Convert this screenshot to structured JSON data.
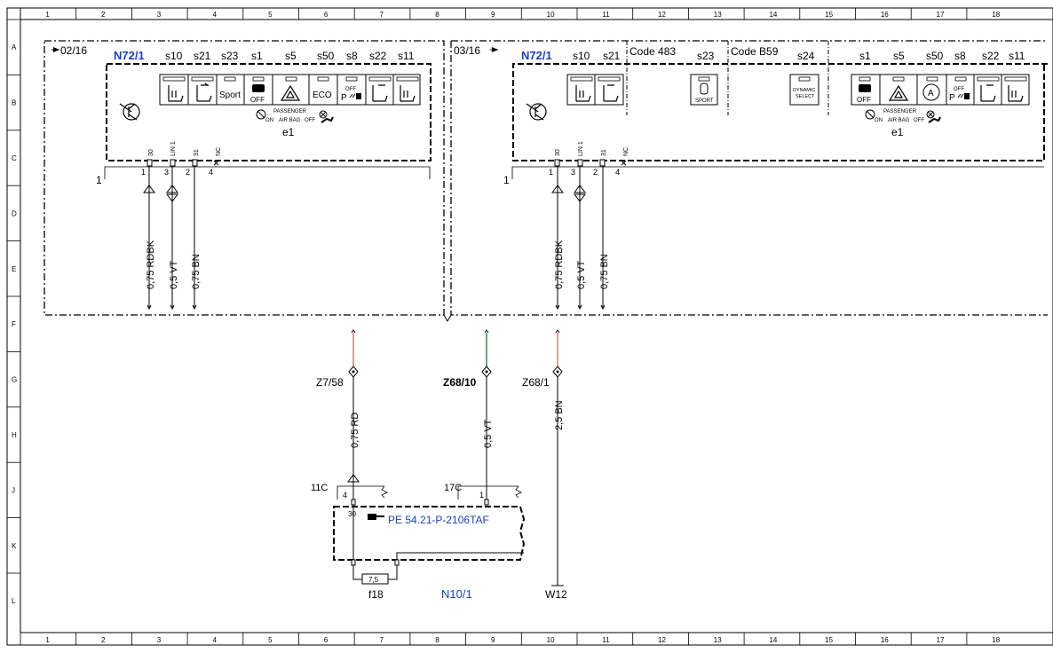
{
  "grid": {
    "columns": [
      "1",
      "2",
      "3",
      "4",
      "5",
      "6",
      "7",
      "8",
      "9",
      "10",
      "11",
      "12",
      "13",
      "14",
      "15",
      "16",
      "17",
      "18"
    ],
    "rows": [
      "A",
      "B",
      "C",
      "D",
      "E",
      "F",
      "G",
      "H",
      "J",
      "K",
      "L"
    ]
  },
  "colors": {
    "link_blue": "#1a3fc8",
    "wire_red": "#c0392b",
    "wire_green": "#2e8b57",
    "wire_brown": "#a0522d"
  },
  "left_panel": {
    "ref": "02/16",
    "module": "N72/1",
    "switch_labels": [
      "s10",
      "s21",
      "s23",
      "s1",
      "s5",
      "s50",
      "s8",
      "s22",
      "s11"
    ],
    "btn_texts": {
      "sport": "Sport",
      "off": "OFF",
      "eco": "ECO",
      "off_small": "OFF",
      "p": "P"
    },
    "passenger_lines": [
      "PASSENGER",
      "AIR BAG"
    ],
    "on": "ON",
    "off": "OFF",
    "e1": "e1",
    "connector": "1",
    "pins": [
      {
        "num": "1",
        "name": "30"
      },
      {
        "num": "3",
        "name": "LIN 1"
      },
      {
        "num": "2",
        "name": "31"
      },
      {
        "num": "4",
        "name": "NC"
      }
    ],
    "wires": [
      "0,75 RDBK",
      "0,5 VT",
      "0,75 BN"
    ]
  },
  "right_panel": {
    "ref": "03/16",
    "module": "N72/1",
    "group1_labels": [
      "s10",
      "s21"
    ],
    "code483": {
      "title": "Code 483",
      "switch": "s23",
      "btn": "SPORT"
    },
    "codeB59": {
      "title": "Code B59",
      "switch": "s24",
      "btn_lines": [
        "DYNAMIC",
        "SELECT"
      ]
    },
    "group2_labels": [
      "s1",
      "s5",
      "s50",
      "s8",
      "s22",
      "s11"
    ],
    "btn_texts": {
      "off": "OFF",
      "a": "A",
      "off_small": "OFF",
      "p": "P"
    },
    "passenger_lines": [
      "PASSENGER",
      "AIR BAG"
    ],
    "on": "ON",
    "off": "OFF",
    "e1": "e1",
    "connector": "1",
    "pins": [
      {
        "num": "1",
        "name": "30"
      },
      {
        "num": "3",
        "name": "LIN 1"
      },
      {
        "num": "2",
        "name": "31"
      },
      {
        "num": "4",
        "name": "NC"
      }
    ],
    "wires": [
      "0,75 RDBK",
      "0,5 VT",
      "0,75 BN"
    ]
  },
  "lower": {
    "z7": {
      "label": "Z7/58",
      "wire": "0,75 RD"
    },
    "z68_10": {
      "label": "Z68/10",
      "wire": "0,5 VT"
    },
    "z68_1": {
      "label": "Z68/1",
      "wire": "2,5 BN"
    },
    "c11": {
      "label": "11C",
      "pin": "4",
      "inner": "30"
    },
    "c17": {
      "label": "17C",
      "pin": "1"
    },
    "ref_link": "PE 54.21-P-2106TAF",
    "fuse": {
      "value": "7,5",
      "label": "f18"
    },
    "n10": "N10/1",
    "w12": "W12"
  }
}
